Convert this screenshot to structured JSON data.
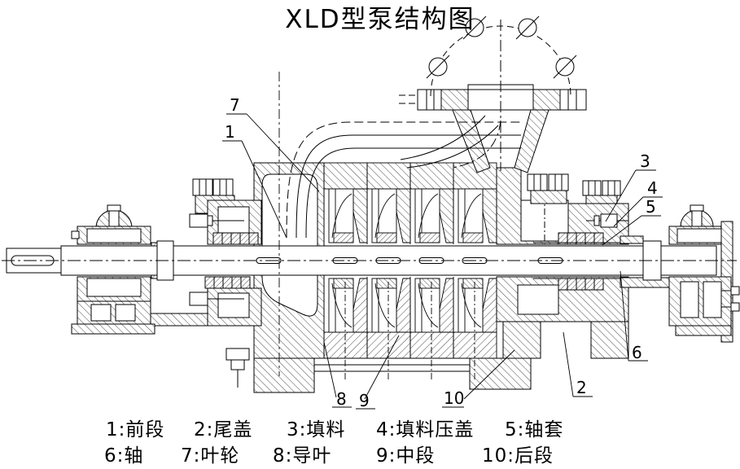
{
  "title": "XLD型泵结构图",
  "parts": [
    {
      "num": "1",
      "name": "前段"
    },
    {
      "num": "2",
      "name": "尾盖"
    },
    {
      "num": "3",
      "name": "填料"
    },
    {
      "num": "4",
      "name": "填料压盖"
    },
    {
      "num": "5",
      "name": "轴套"
    },
    {
      "num": "6",
      "name": "轴"
    },
    {
      "num": "7",
      "name": "叶轮"
    },
    {
      "num": "8",
      "name": "导叶"
    },
    {
      "num": "9",
      "name": "中段"
    },
    {
      "num": "10",
      "name": "后段"
    }
  ],
  "legend": {
    "row1": [
      "1:前段",
      "2:尾盖",
      "3:填料",
      "4:填料压盖",
      "5:轴套"
    ],
    "row2": [
      "6:轴",
      "7:叶轮",
      "8:导叶",
      "9:中段",
      "10:后段"
    ]
  },
  "colors": {
    "ink": "#000000",
    "paper": "#ffffff"
  }
}
